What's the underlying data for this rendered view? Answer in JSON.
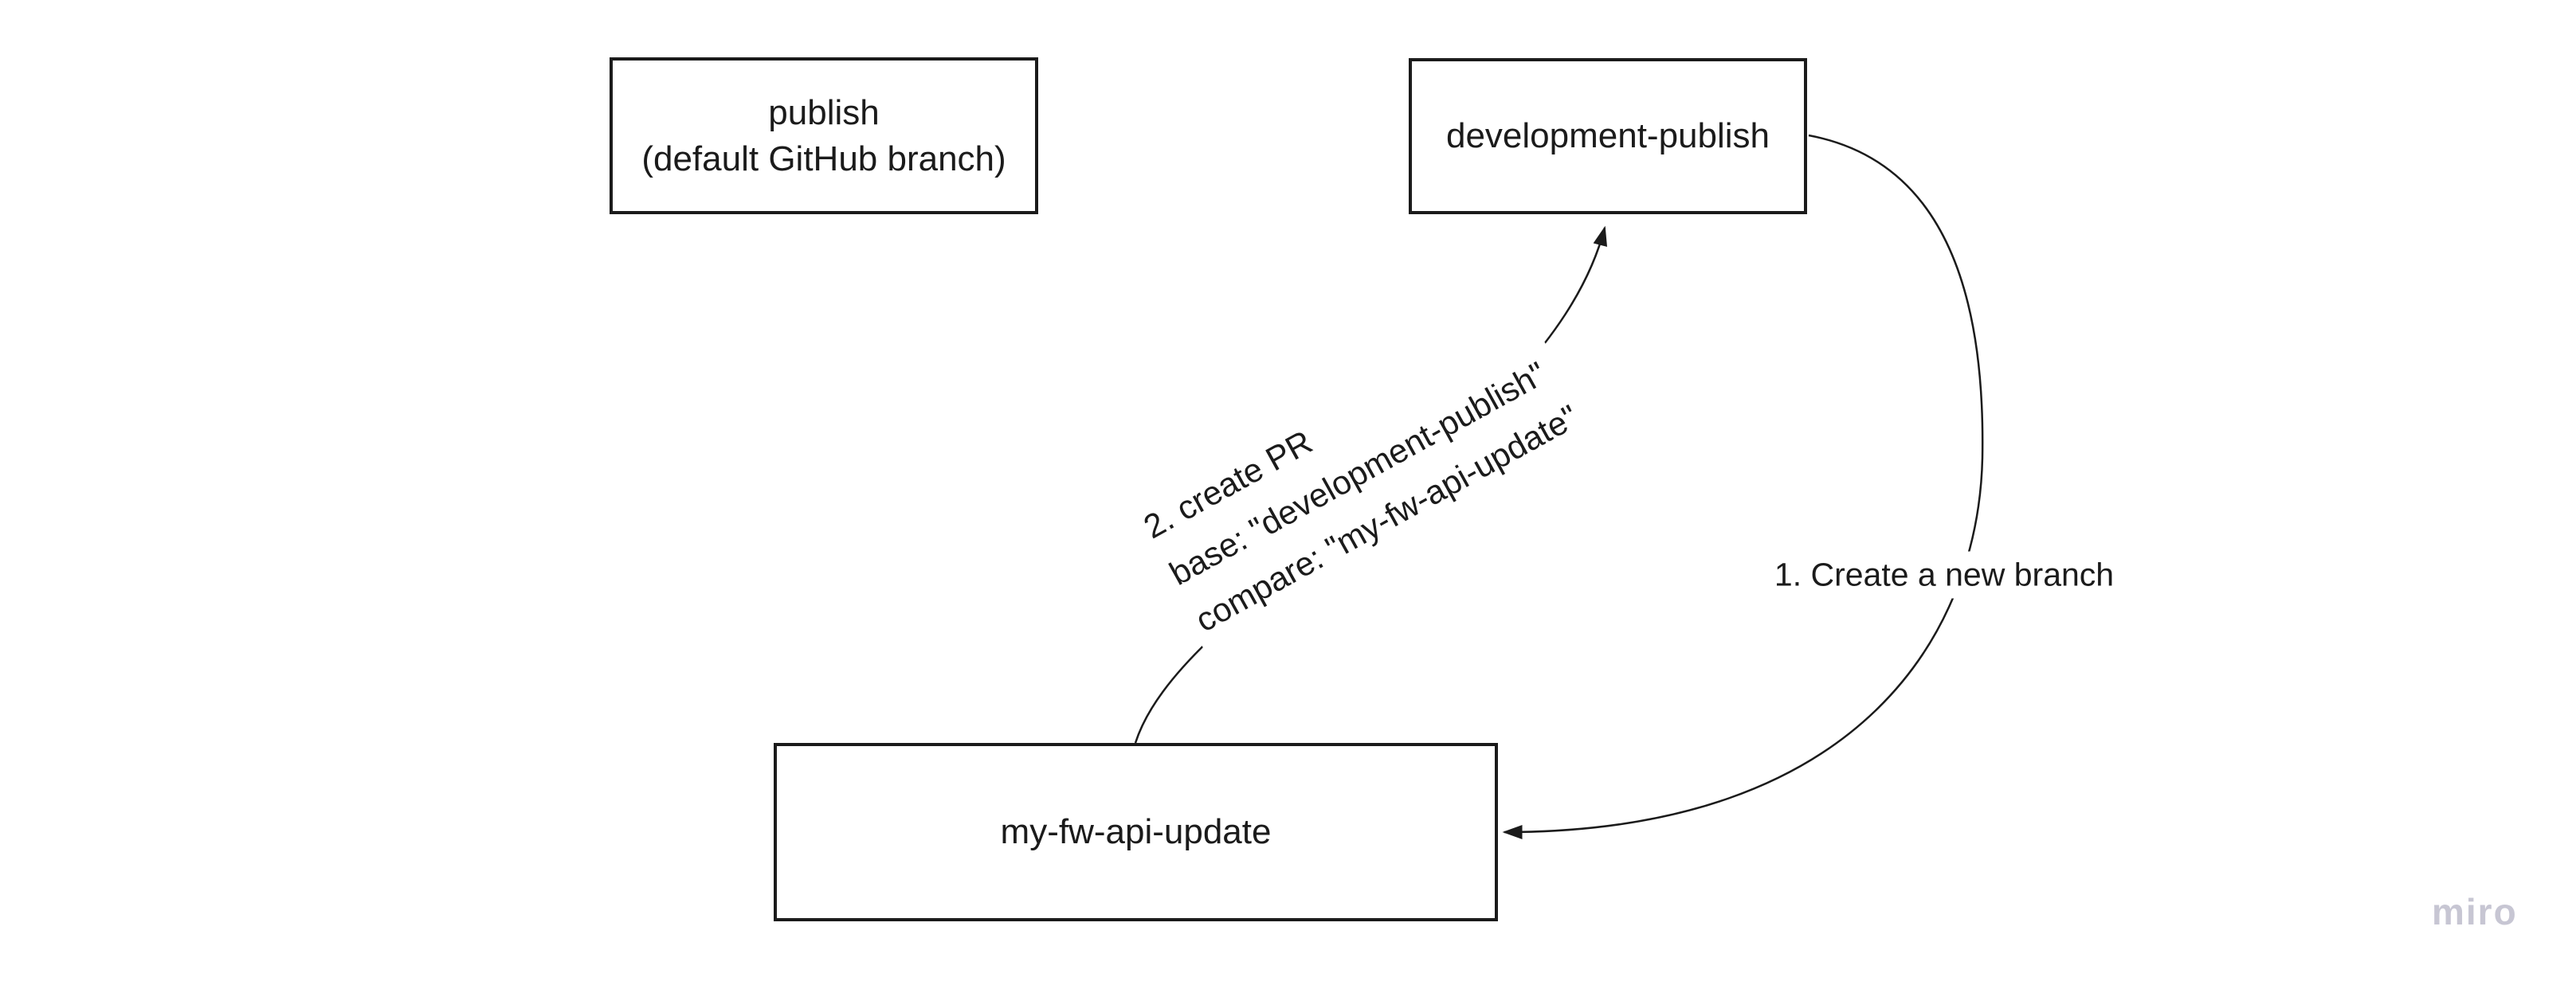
{
  "canvas": {
    "background": "#ffffff"
  },
  "nodes": {
    "publish": {
      "line1": "publish",
      "line2": "(default GitHub branch)"
    },
    "development_publish": {
      "label": "development-publish"
    },
    "my_fw_api_update": {
      "label": "my-fw-api-update"
    }
  },
  "edges": {
    "create_branch": {
      "label": "1. Create a new branch",
      "from": "development-publish",
      "to": "my-fw-api-update"
    },
    "create_pr": {
      "line1": "2. create PR",
      "line2": "base: \"development-publish\"",
      "line3": "compare: \"my-fw-api-update\"",
      "from": "my-fw-api-update",
      "to": "development-publish"
    }
  },
  "watermark": {
    "label": "miro",
    "color": "#c7c6d3"
  },
  "colors": {
    "stroke": "#1b1b1b",
    "text": "#1b1b1b",
    "node_border": "#1b1b1b"
  }
}
